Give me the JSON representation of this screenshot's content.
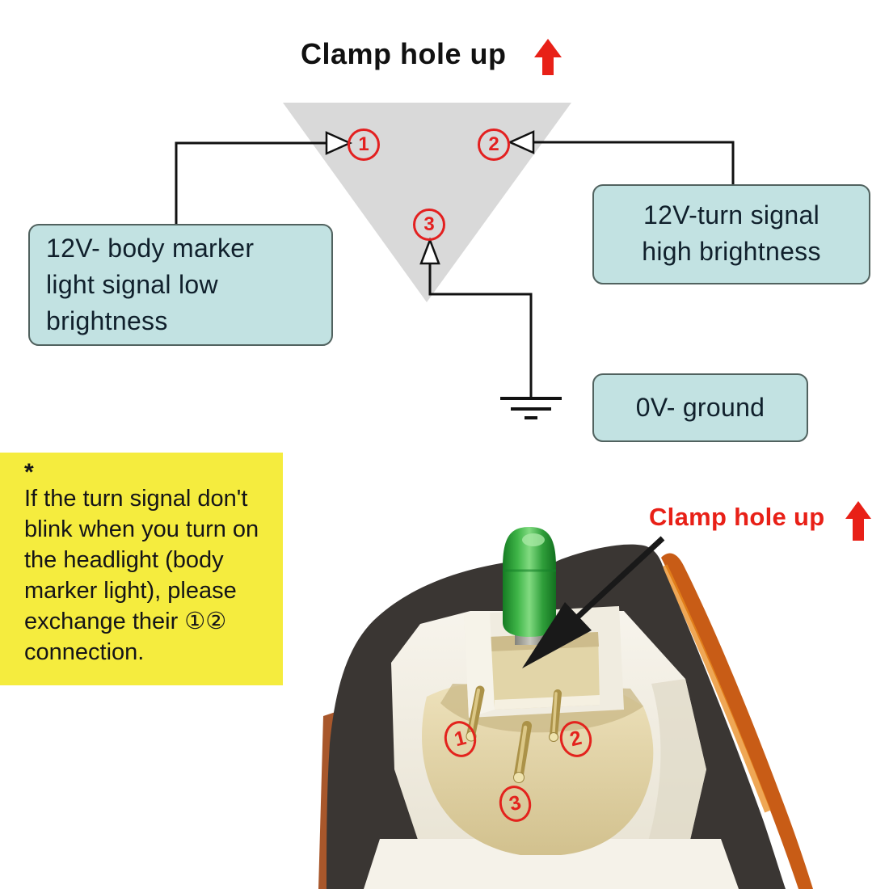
{
  "diagram": {
    "title": "Clamp hole up",
    "pin1": "1",
    "pin2": "2",
    "pin3": "3",
    "left_box": {
      "lines": [
        "12V- body marker",
        "light signal low",
        "brightness"
      ]
    },
    "right_box": {
      "lines": [
        "12V-turn signal",
        "high brightness"
      ]
    },
    "ground_box": {
      "label": "0V- ground"
    }
  },
  "note": {
    "asterisk": "*",
    "lines": [
      "If the turn signal don't",
      "blink when you turn on",
      "the headlight (body",
      "marker light), please",
      "exchange their ①②",
      "connection."
    ]
  },
  "photo": {
    "label": "Clamp hole up",
    "pin1": "1",
    "pin2": "2",
    "pin3": "3"
  },
  "colors": {
    "accent_red": "#e32020",
    "label_box_teal": "#c2e2e2",
    "note_yellow": "#f5ec3e",
    "triangle_gray": "#d9d9d9",
    "wire_black": "#111111",
    "foam_dark": "#3a3633",
    "lens_orange": "#c85c16",
    "led_green": "#2fa43c",
    "pin_gold": "#ab9248"
  }
}
